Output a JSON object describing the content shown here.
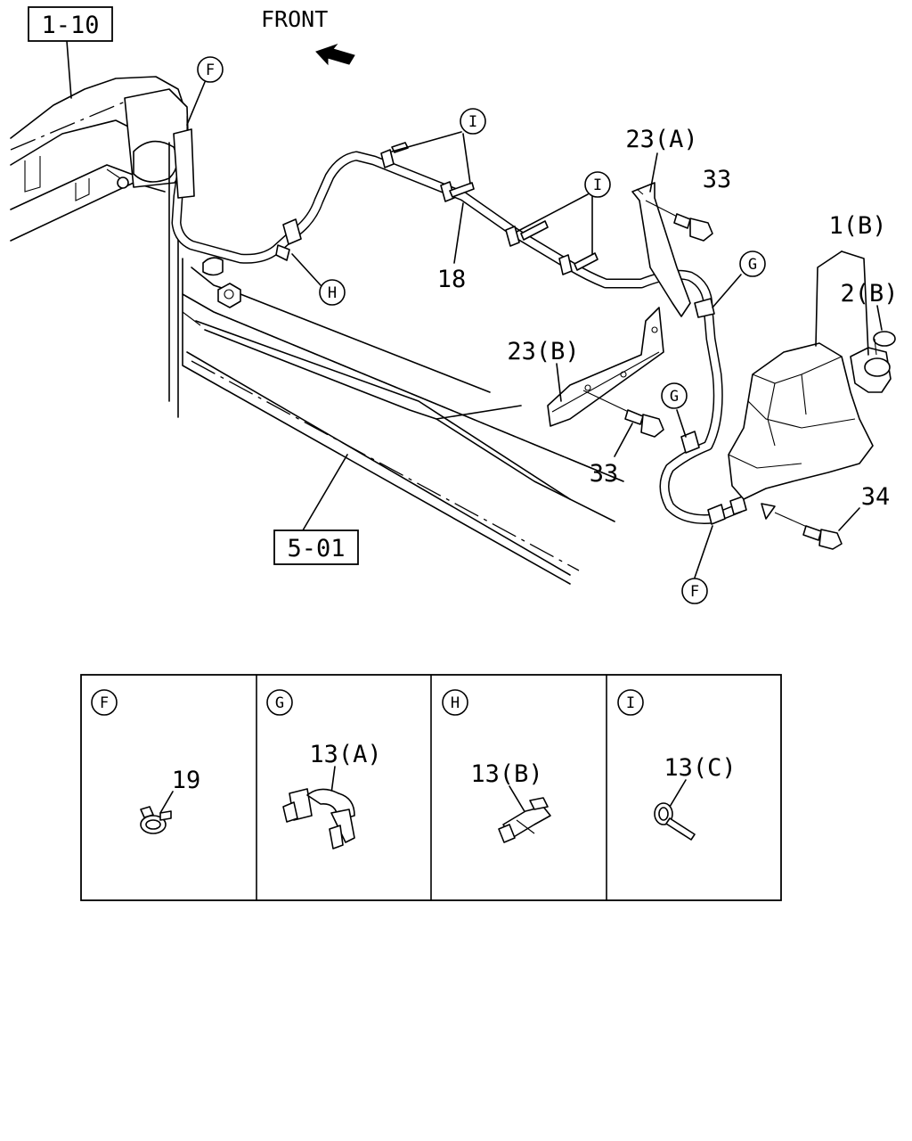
{
  "front_label": "FRONT",
  "ref_boxes": {
    "chassis_ref": "1-10",
    "frame_ref": "5-01"
  },
  "part_numbers": {
    "hose": "18",
    "bracket_a": "23(A)",
    "bracket_b": "23(B)",
    "bolt_upper": "33",
    "bolt_lower": "33",
    "tank": "1(B)",
    "cap": "2(B)",
    "bolt_tank": "34"
  },
  "callouts": {
    "f": "F",
    "g": "G",
    "h": "H",
    "i": "I"
  },
  "detail_panels": [
    {
      "marker": "F",
      "part": "19"
    },
    {
      "marker": "G",
      "part": "13(A)"
    },
    {
      "marker": "H",
      "part": "13(B)"
    },
    {
      "marker": "I",
      "part": "13(C)"
    }
  ]
}
